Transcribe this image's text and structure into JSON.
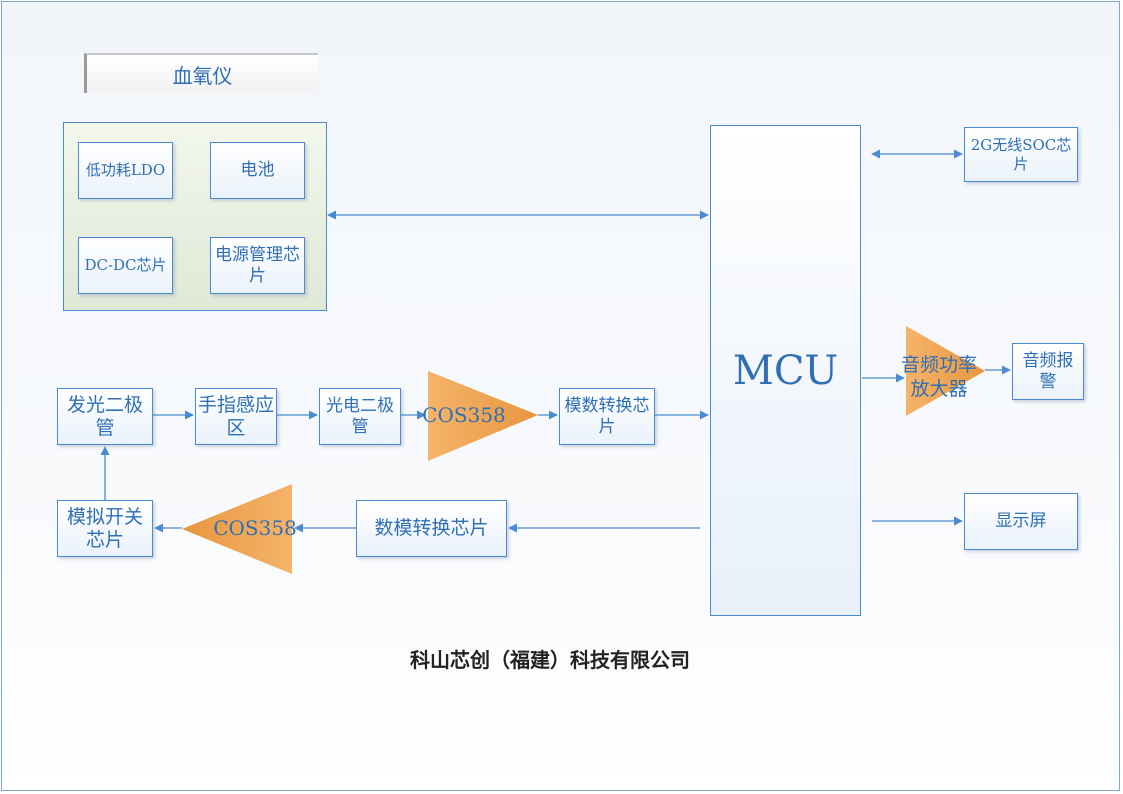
{
  "title": "血氧仪",
  "power": {
    "ldo": "低功耗LDO",
    "battery": "电池",
    "dcdc": "DC-DC芯片",
    "pmic": "电源管理芯片"
  },
  "mcu": "MCU",
  "right": {
    "wireless": "2G无线SOC芯片",
    "audio_amp": "音频功率放大器",
    "audio_alarm": "音频报警",
    "display": "显示屏"
  },
  "signal_chain": {
    "led": "发光二极管",
    "finger": "手指感应区",
    "photodiode": "光电二极管",
    "amp1": "COS358",
    "adc": "模数转换芯片"
  },
  "drive_chain": {
    "dac": "数模转换芯片",
    "amp2": "COS358",
    "switch": "模拟开关芯片"
  },
  "footer": "科山芯创（福建）科技有限公司",
  "colors": {
    "accent": "#2f6fb6",
    "border": "#4a8ad0",
    "amp_fill": "#f0a050"
  }
}
